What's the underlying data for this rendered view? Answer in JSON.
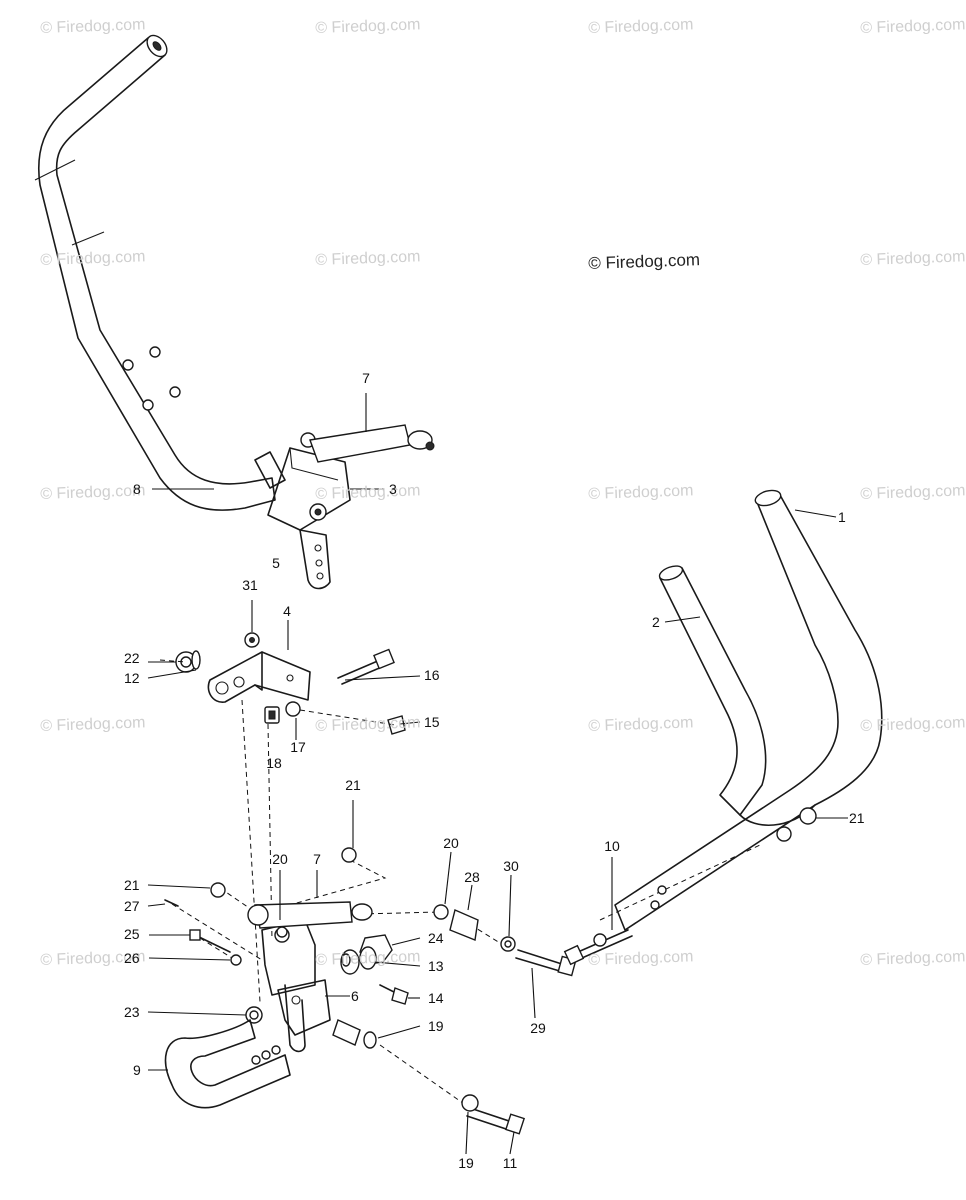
{
  "copyright": "© Firedog.com",
  "watermark_text": "© Firedog.com",
  "callouts": {
    "c1": "1",
    "c2": "2",
    "c3": "3",
    "c4": "4",
    "c5": "5",
    "c6": "6",
    "c7a": "7",
    "c7b": "7",
    "c8": "8",
    "c9": "9",
    "c10": "10",
    "c11": "11",
    "c12": "12",
    "c13": "13",
    "c14": "14",
    "c15": "15",
    "c16": "16",
    "c17": "17",
    "c18": "18",
    "c19a": "19",
    "c19b": "19",
    "c20a": "20",
    "c20b": "20",
    "c21a": "21",
    "c21b": "21",
    "c21c": "21",
    "c22": "22",
    "c23": "23",
    "c24": "24",
    "c25": "25",
    "c26": "26",
    "c27": "27",
    "c28": "28",
    "c29": "29",
    "c30": "30",
    "c31": "31"
  }
}
